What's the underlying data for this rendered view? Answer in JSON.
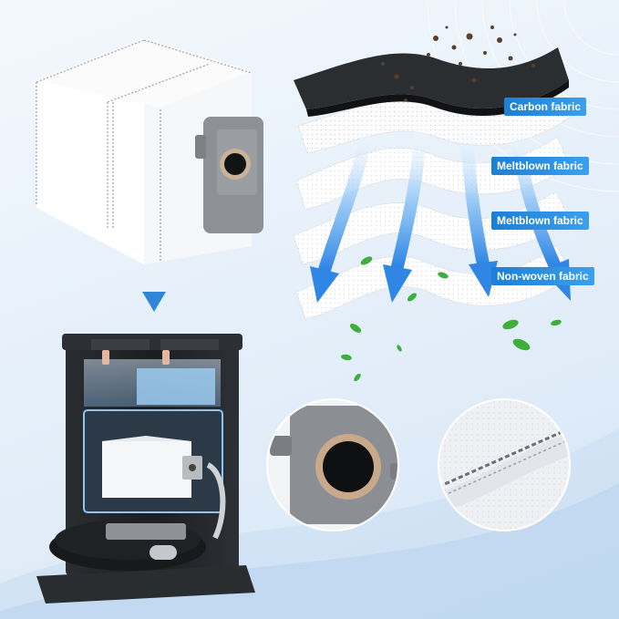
{
  "labels": {
    "carbon": "Carbon fabric",
    "meltblown_1": "Meltblown fabric",
    "meltblown_2": "Meltblown fabric",
    "nonwoven": "Non-woven fabric"
  },
  "colors": {
    "label_blue": "#2a8de6",
    "arrow_blue": "#3a8fe8",
    "pointer_blue": "#2f86d8",
    "leaf_green": "#3fae3a",
    "carbon_dark": "#2b2e31",
    "station_black": "#1e2124",
    "cap_gray": "#8a8d90"
  },
  "icons": {
    "down_pointer": "triangle-down-icon",
    "airflow": "arrow-down-icon",
    "leaves": "leaf-icon"
  }
}
